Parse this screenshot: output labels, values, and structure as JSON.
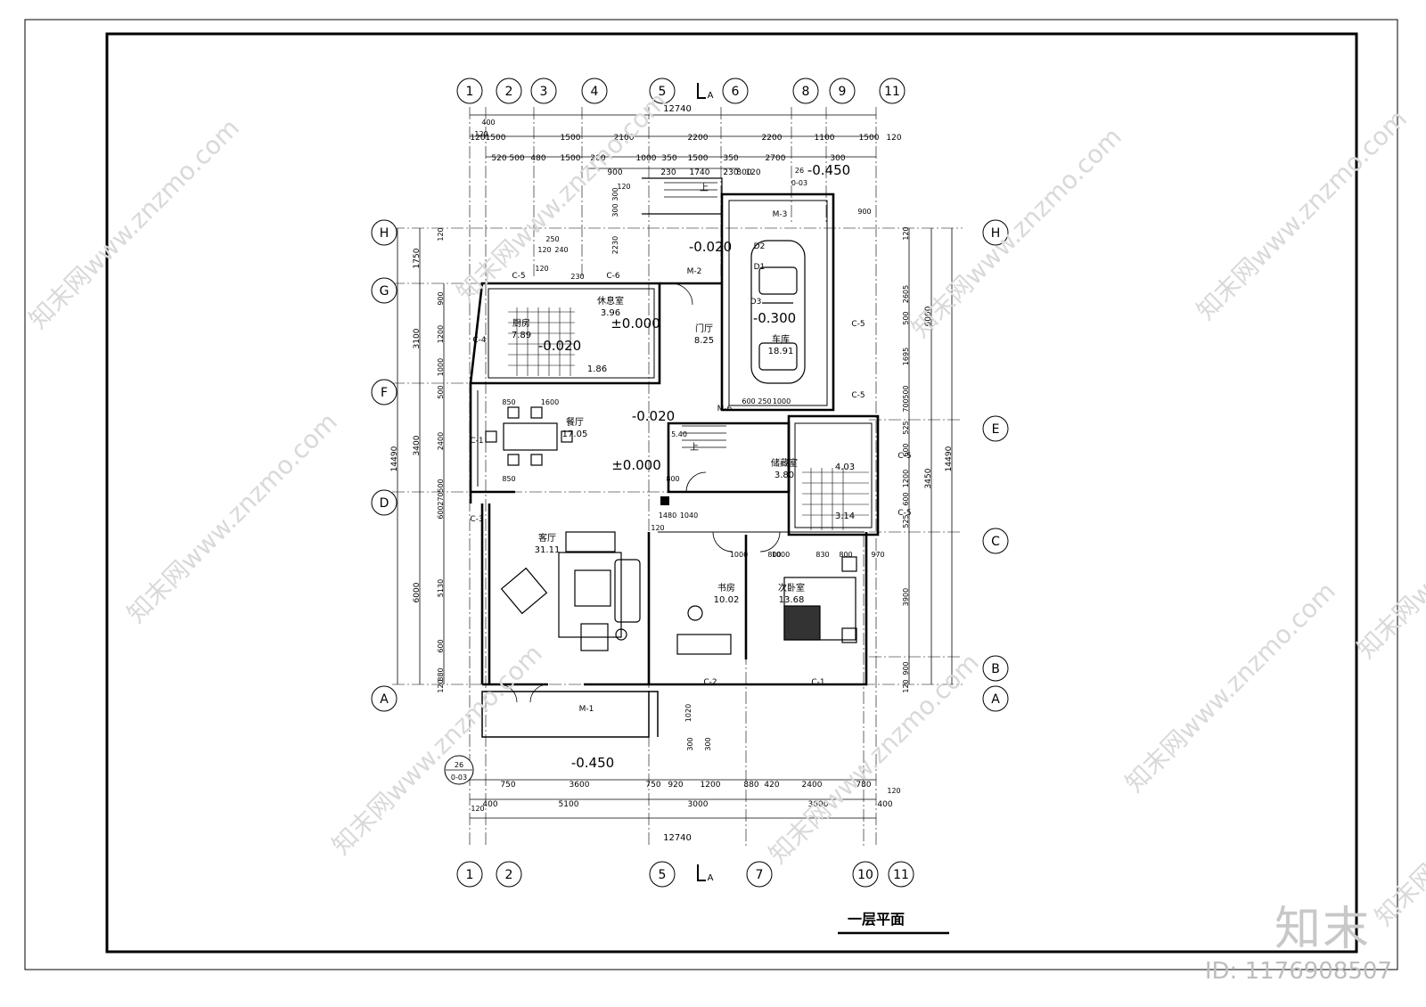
{
  "drawing": {
    "title": "一层平面",
    "total_width_top": "12740",
    "total_width_bottom": "12740",
    "section_marker": "A",
    "section_ref": {
      "num": "26",
      "sheet": "0-03"
    }
  },
  "axes": {
    "top": [
      "1",
      "2",
      "3",
      "4",
      "5",
      "6",
      "8",
      "9",
      "11"
    ],
    "bottom": [
      "1",
      "2",
      "5",
      "7",
      "10",
      "11"
    ],
    "left": [
      "H",
      "G",
      "F",
      "D",
      "A"
    ],
    "right": [
      "H",
      "E",
      "C",
      "B",
      "A"
    ]
  },
  "dims": {
    "top_row1": [
      "120",
      "1500",
      "1500",
      "2100",
      "2200",
      "2200",
      "1100",
      "1500",
      "120"
    ],
    "top_row2": [
      "520",
      "500",
      "480",
      "1500",
      "200",
      "1000",
      "350",
      "1500",
      "350",
      "2700",
      "300"
    ],
    "top_row3": [
      "900",
      "230",
      "1740",
      "230",
      "800",
      "120"
    ],
    "top_misc": [
      "400",
      "120",
      "300",
      "300",
      "2230",
      "250",
      "120",
      "240",
      "120",
      "230",
      "120",
      "900"
    ],
    "left_outer": [
      "14490"
    ],
    "left_mid": [
      "1750",
      "3100",
      "3400",
      "6000"
    ],
    "left_inner": [
      "120",
      "900",
      "1200",
      "1000",
      "500",
      "2400",
      "500",
      "270",
      "600",
      "5130",
      "600",
      "880",
      "120"
    ],
    "right_outer": [
      "14490"
    ],
    "right_mid": [
      "6000",
      "3450"
    ],
    "right_inner": [
      "120",
      "2605",
      "500",
      "1695",
      "500",
      "700",
      "525",
      "600",
      "1200",
      "600",
      "525",
      "3900",
      "900",
      "120"
    ],
    "bottom_row1": [
      "750",
      "3600",
      "750",
      "920",
      "1200",
      "880",
      "420",
      "2400",
      "780"
    ],
    "bottom_row2": [
      "400",
      "5100",
      "3000",
      "3600",
      "400"
    ],
    "bottom_misc": [
      "120",
      "120",
      "1020",
      "300",
      "300"
    ]
  },
  "levels": {
    "entry_top": "-0.450",
    "entry_bottom": "-0.450",
    "main": "±0.000",
    "garage": "-0.300",
    "kitchen": "-0.020",
    "lobby": "-0.020",
    "dining_step": "-0.020",
    "rest": "±0.000"
  },
  "rooms": [
    {
      "name": "厨房",
      "area": "7.89"
    },
    {
      "name": "休息室",
      "area": "3.96"
    },
    {
      "name": "门厅",
      "area": "8.25"
    },
    {
      "name": "车库",
      "area": "18.91"
    },
    {
      "name": "餐厅",
      "area": "17.05"
    },
    {
      "name": "储藏室",
      "area": "3.80"
    },
    {
      "name": "客厅",
      "area": "31.11"
    },
    {
      "name": "书房",
      "area": "10.02"
    },
    {
      "name": "次卧室",
      "area": "13.68"
    },
    {
      "name": "",
      "area": "1.86"
    },
    {
      "name": "",
      "area": "4.03"
    },
    {
      "name": "",
      "area": "3.14"
    }
  ],
  "openings": [
    "C-5",
    "C-6",
    "C-4",
    "C-1",
    "C-3",
    "C-5",
    "C-5",
    "C-5",
    "C-5",
    "C-2",
    "C-1",
    "M-1",
    "M-2",
    "M-3",
    "M-6",
    "D1",
    "D2",
    "D3"
  ],
  "interior_dims": [
    "850",
    "1600",
    "850",
    "1000",
    "800",
    "1000",
    "830",
    "800",
    "970",
    "1480",
    "1040",
    "120",
    "800",
    "600",
    "250",
    "1000",
    "5.40"
  ],
  "stair_label": "上",
  "watermark": "知末网www.znzmo.com",
  "brand": {
    "logo": "知末",
    "id": "ID: 1176908507"
  },
  "colors": {
    "line": "#000000",
    "watermark": "#d9d9d9",
    "background": "#ffffff"
  }
}
